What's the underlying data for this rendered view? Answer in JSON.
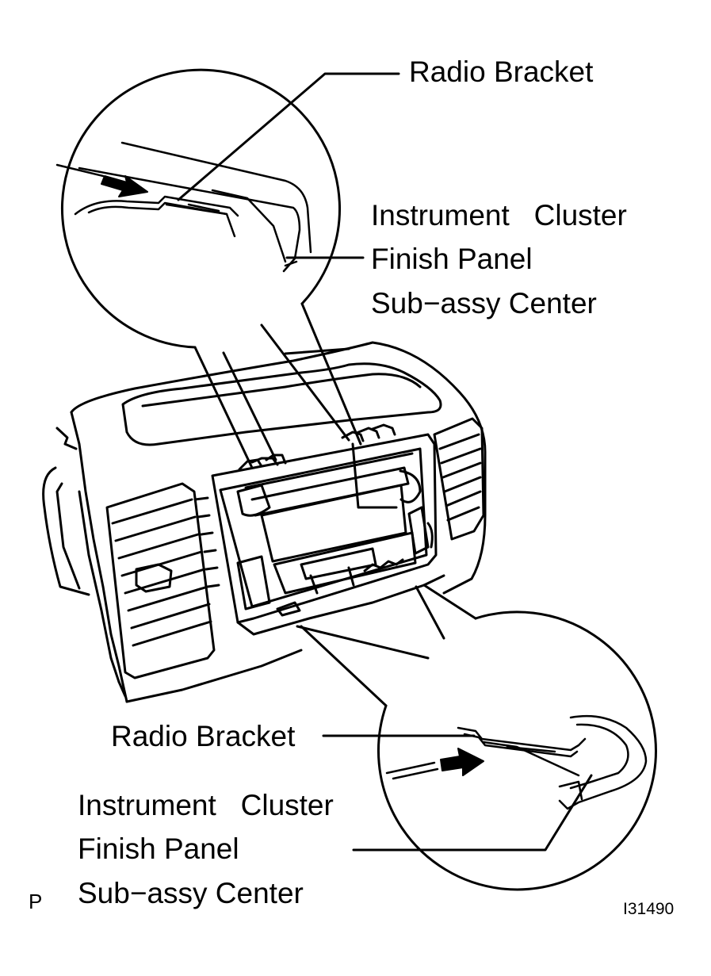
{
  "labels": {
    "radio_bracket_top": "Radio Bracket",
    "panel_top_line1": "Instrument   Cluster",
    "panel_top_line2": "Finish Panel",
    "panel_top_line3": "Sub−assy Center",
    "radio_bracket_bottom": "Radio Bracket",
    "panel_bottom_line1": "Instrument   Cluster",
    "panel_bottom_line2": "Finish Panel",
    "panel_bottom_line3": "Sub−assy Center"
  },
  "corner_letter": "P",
  "figure_id": "I31490",
  "colors": {
    "ink": "#000000",
    "paper": "#ffffff"
  }
}
